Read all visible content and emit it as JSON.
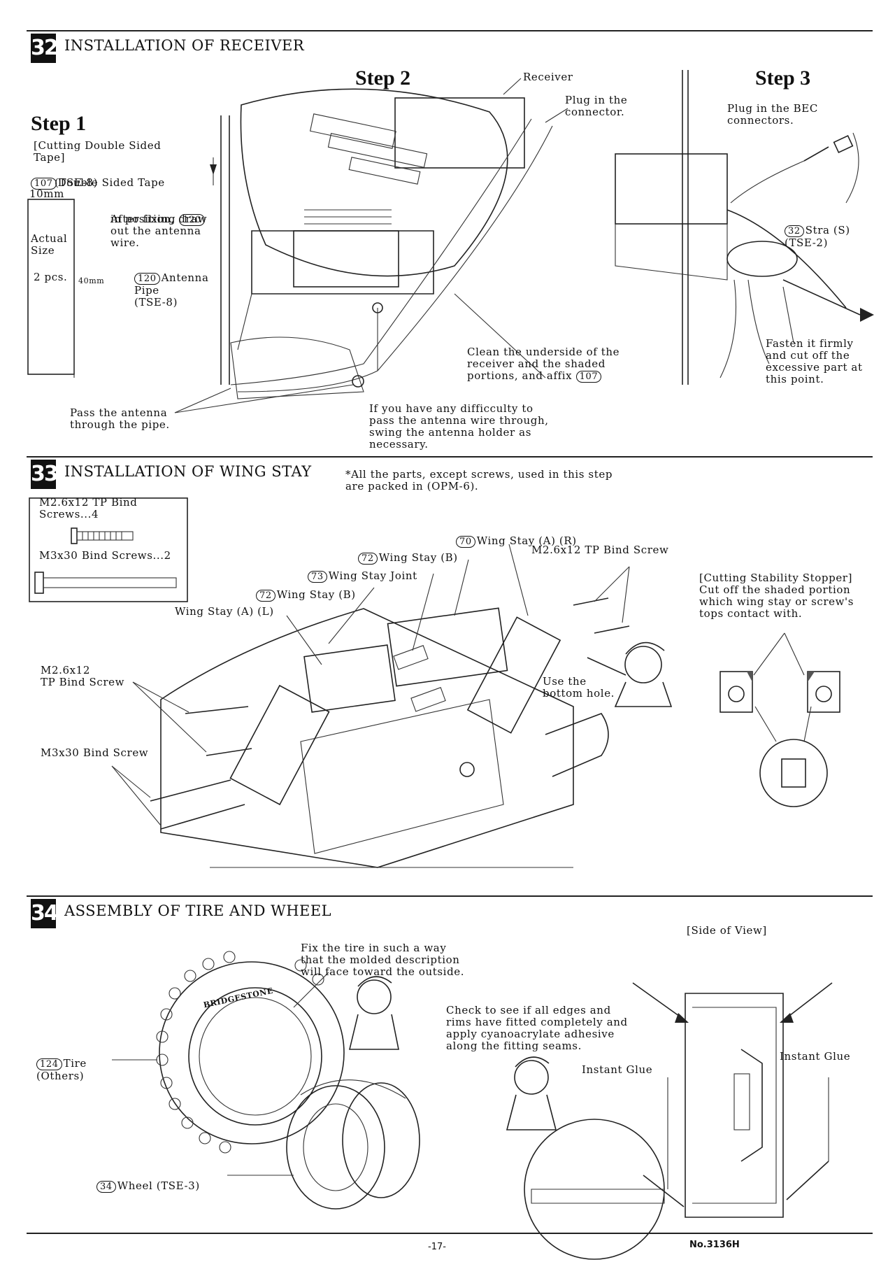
{
  "sections": [
    {
      "num": "32",
      "title": "INSTALLATION OF RECEIVER"
    },
    {
      "num": "33",
      "title": "INSTALLATION OF WING STAY"
    },
    {
      "num": "34",
      "title": "ASSEMBLY OF TIRE AND WHEEL"
    }
  ],
  "s32": {
    "step1": {
      "title": "Step 1",
      "cutting": "[Cutting Double Sided\nTape]",
      "tape_num": "107",
      "tape_label": "Double Sided Tape",
      "tape_code": "(TSE-8)",
      "dim_10": "10mm",
      "actual_size": "Actual\nSize",
      "pcs": "2 pcs.",
      "dim_40": "40mm",
      "after_fixing": "After fixing",
      "after_fixing_num": "120",
      "after_fixing_rest": "in position, draw\nout the antenna\nwire.",
      "pipe_num": "120",
      "pipe_label": "Antenna\nPipe\n(TSE-8)",
      "pass_antenna": "Pass the antenna\nthrough the pipe."
    },
    "step2": {
      "title": "Step 2",
      "receiver": "Receiver",
      "plug": "Plug in the\nconnector.",
      "clean": "Clean the underside of the\nreceiver and the shaded\nportions, and affix",
      "clean_num": "107",
      "difficulty": "If you have any difficculty to\npass the antenna wire through,\nswing the antenna holder as\nnecessary."
    },
    "step3": {
      "title": "Step 3",
      "bec": "Plug in the BEC\nconnectors.",
      "stra_num": "32",
      "stra": "Stra (S)\n(TSE-2)",
      "fasten": "Fasten it firmly\nand cut off the\nexcessive part at\nthis point."
    }
  },
  "s33": {
    "note": "*All the parts, except screws, used in this step\nare packed in (OPM-6).",
    "parts": [
      {
        "label": "M2.6x12 TP Bind\nScrews...4"
      },
      {
        "label": "M3x30 Bind Screws...2"
      }
    ],
    "callouts": {
      "wing_stay_a_r_num": "70",
      "wing_stay_a_r": "Wing Stay (A) (R)",
      "wing_stay_b1_num": "72",
      "wing_stay_b1": "Wing Stay (B)",
      "joint_num": "73",
      "joint": "Wing Stay Joint",
      "wing_stay_b2_num": "72",
      "wing_stay_b2": "Wing Stay (B)",
      "m26_top": "M2.6x12 TP Bind Screw",
      "wing_stay_a_l": "Wing Stay (A) (L)",
      "m26_left": "M2.6x12\nTP Bind Screw",
      "m3x30": "M3x30 Bind Screw",
      "bottom_hole": "Use the\nbottom hole."
    },
    "cutting": "[Cutting Stability Stopper]\nCut off the shaded portion\nwhich wing stay or screw's\ntops contact with."
  },
  "s34": {
    "fix_tire": "Fix the tire in such a way\nthat the molded description\nwill face toward the outside.",
    "tire_num": "124",
    "tire": "Tire\n(Others)",
    "wheel_num": "34",
    "wheel": "Wheel (TSE-3)",
    "side_view": "[Side of View]",
    "check": "Check to see if all edges and\nrims have fitted completely and\napply cyanoacrylate adhesive\nalong the fitting seams.",
    "glue_left": "Instant Glue",
    "glue_right": "Instant Glue",
    "tire_brand": "BRIDGESTONE"
  },
  "footer": {
    "page": "-17-",
    "model": "No.3136H"
  }
}
